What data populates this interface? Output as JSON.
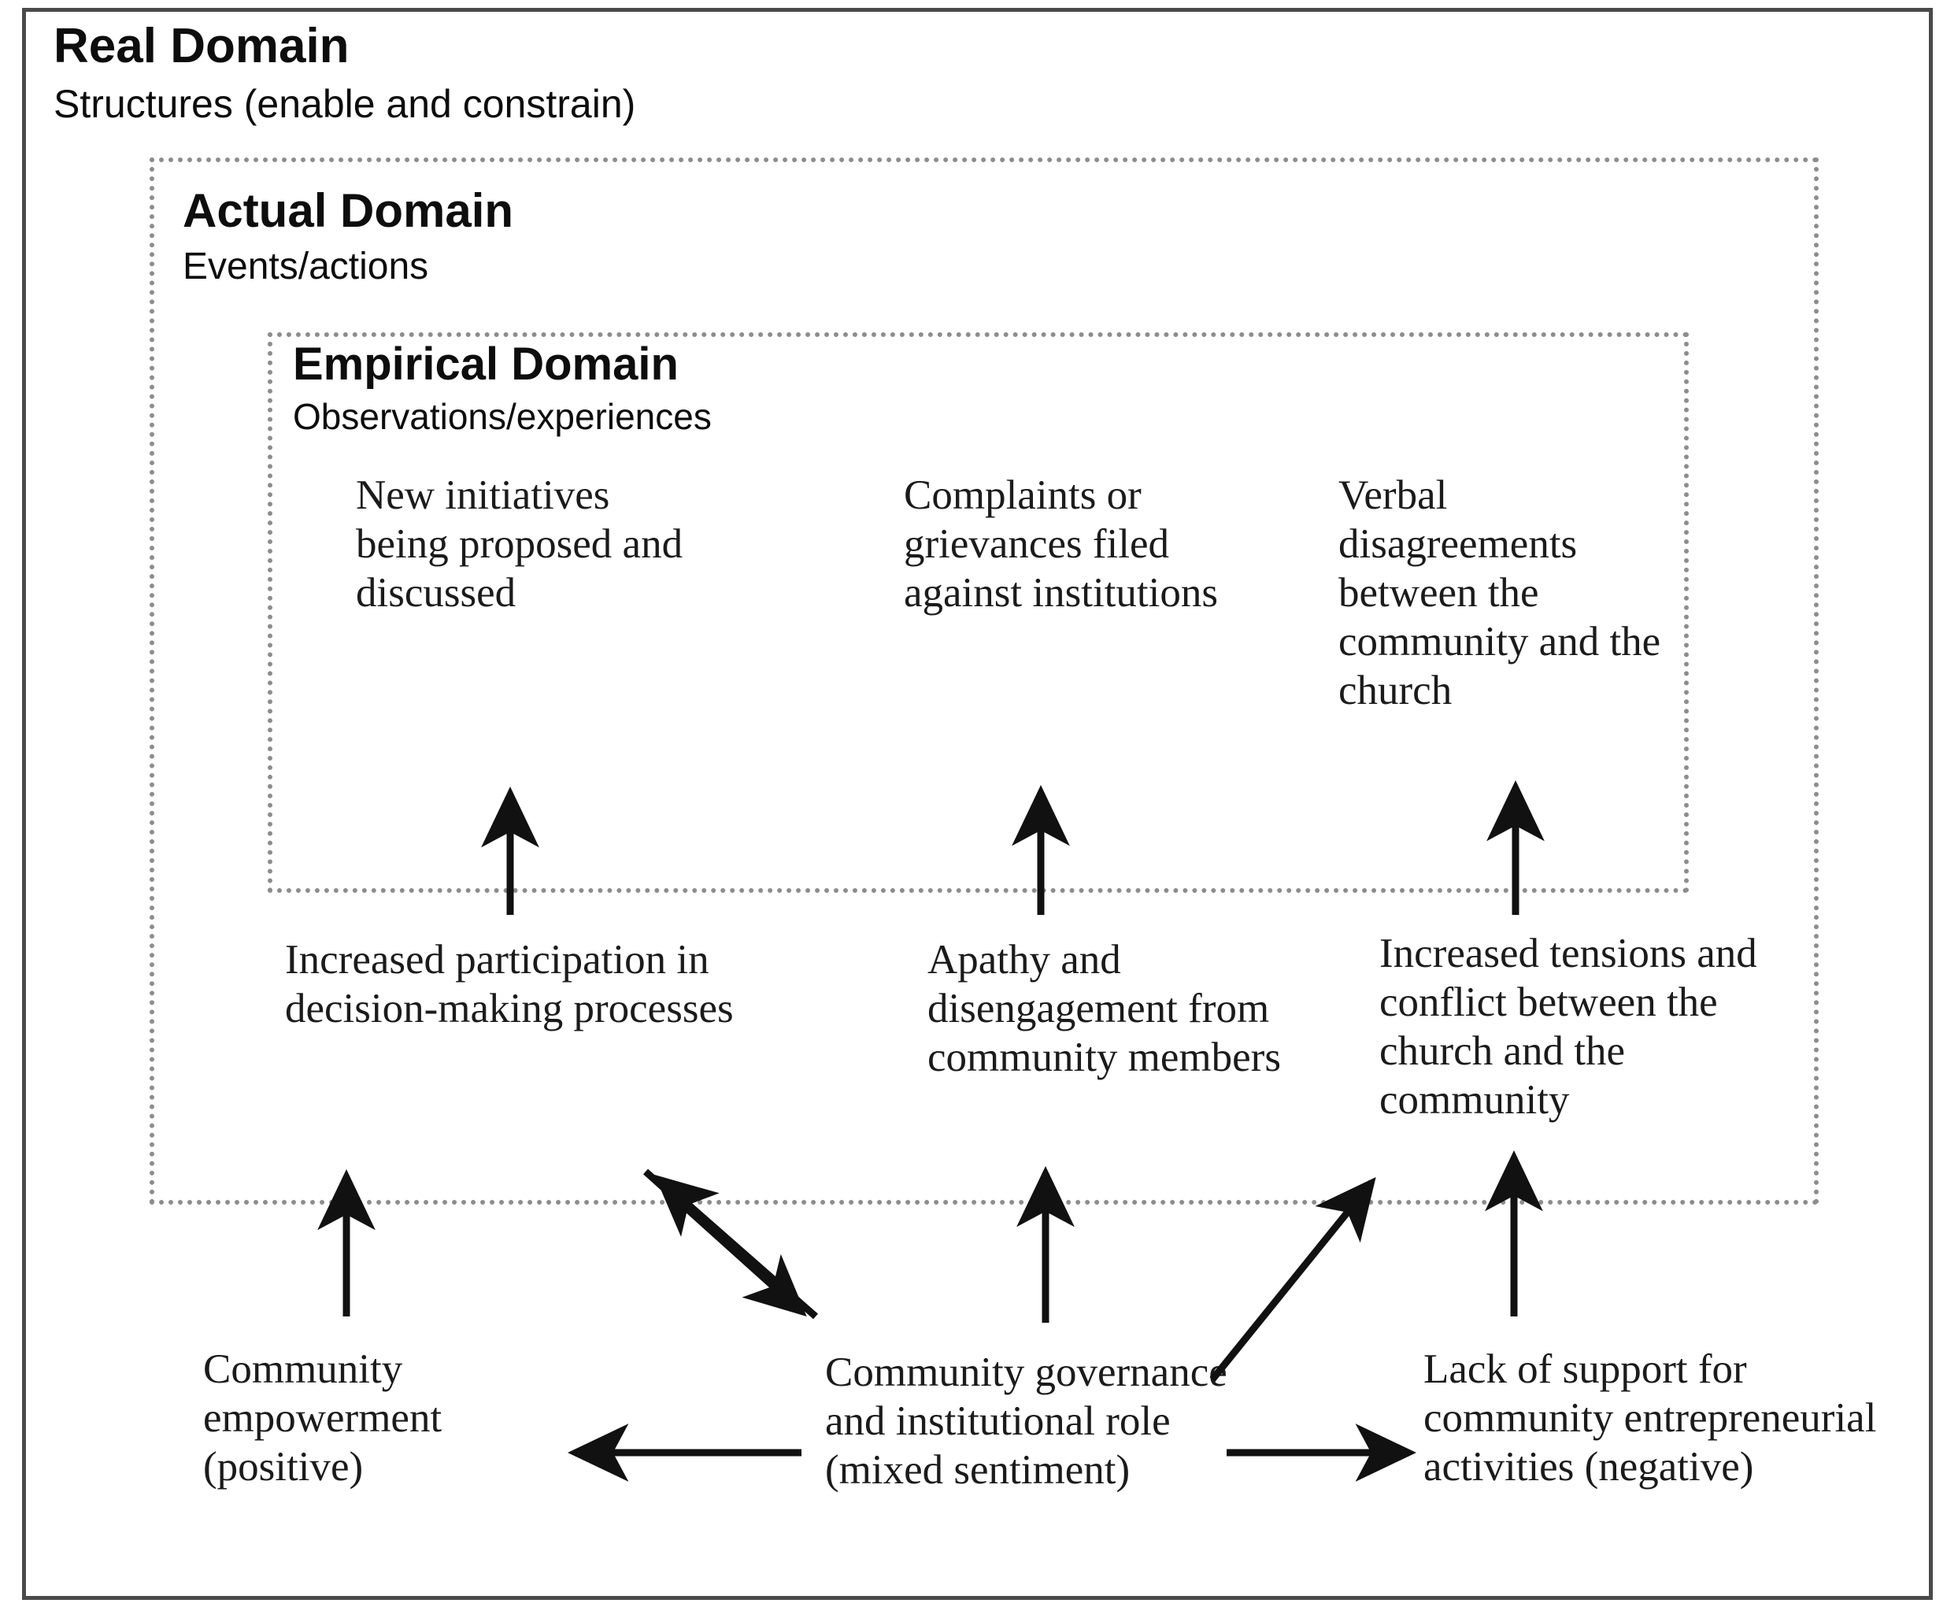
{
  "figure": {
    "title": "Critical realism stratified ontology diagram",
    "colors": {
      "frame": "#4a4a4a",
      "dotted": "#8d8d8d",
      "text": "#1b1b1b",
      "arrow": "#111111",
      "background": "#ffffff"
    }
  },
  "domains": {
    "real": {
      "title": "Real Domain",
      "subtitle": "Structures (enable and constrain)"
    },
    "actual": {
      "title": "Actual Domain",
      "subtitle": "Events/actions"
    },
    "empirical": {
      "title": "Empirical Domain",
      "subtitle": "Observations/experiences"
    }
  },
  "nodes": {
    "empirical": [
      {
        "id": "new-initiatives",
        "text": "New initiatives being proposed and discussed"
      },
      {
        "id": "complaints-grievances",
        "text": "Complaints or grievances filed against institutions"
      },
      {
        "id": "verbal-disagreements",
        "text": "Verbal disagreements between the community and the church"
      }
    ],
    "actual": [
      {
        "id": "increased-participation",
        "text": "Increased participation in decision-making processes"
      },
      {
        "id": "apathy-disengagement",
        "text": "Apathy and disengagement from community members"
      },
      {
        "id": "increased-tensions",
        "text": "Increased tensions and conflict between the church and the community"
      }
    ],
    "real": [
      {
        "id": "community-empowerment",
        "text": "Community empowerment (positive)"
      },
      {
        "id": "community-governance",
        "text": "Community governance and institutional role (mixed sentiment)"
      },
      {
        "id": "lack-of-support",
        "text": "Lack of support for community entrepreneurial activities (negative)"
      }
    ]
  },
  "arrows": [
    {
      "id": "participation-to-initiatives",
      "kind": "vertical-up",
      "from": "increased-participation",
      "to": "new-initiatives"
    },
    {
      "id": "apathy-to-complaints",
      "kind": "vertical-up",
      "from": "apathy-disengagement",
      "to": "complaints-grievances"
    },
    {
      "id": "tensions-to-disagreements",
      "kind": "vertical-up",
      "from": "increased-tensions",
      "to": "verbal-disagreements"
    },
    {
      "id": "empowerment-to-participation",
      "kind": "vertical-up",
      "from": "community-empowerment",
      "to": "increased-participation"
    },
    {
      "id": "governance-to-apathy",
      "kind": "vertical-up",
      "from": "community-governance",
      "to": "apathy-disengagement"
    },
    {
      "id": "lack-of-support-to-tensions",
      "kind": "vertical-up",
      "from": "lack-of-support",
      "to": "increased-tensions"
    },
    {
      "id": "governance-up-diagonal",
      "kind": "diagonal-up-left",
      "from": "community-governance",
      "to": "increased-participation"
    },
    {
      "id": "governance-down-diagonal",
      "kind": "diagonal-down-right",
      "from": "increased-participation",
      "to": "community-governance"
    },
    {
      "id": "governance-to-tensions-diagonal",
      "kind": "diagonal-up-right",
      "from": "community-governance",
      "to": "increased-tensions"
    },
    {
      "id": "governance-to-empowerment",
      "kind": "horizontal-left",
      "from": "community-governance",
      "to": "community-empowerment"
    },
    {
      "id": "governance-to-lack-of-support",
      "kind": "horizontal-right",
      "from": "community-governance",
      "to": "lack-of-support"
    }
  ]
}
